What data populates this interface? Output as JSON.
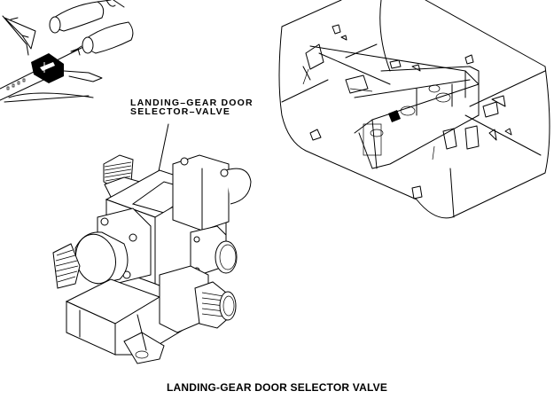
{
  "callout": {
    "line1": "LANDING–GEAR DOOR",
    "line2": "SELECTOR–VALVE"
  },
  "caption": "LANDING-GEAR DOOR SELECTOR VALVE",
  "colors": {
    "ink": "#000000",
    "paper": "#ffffff"
  }
}
